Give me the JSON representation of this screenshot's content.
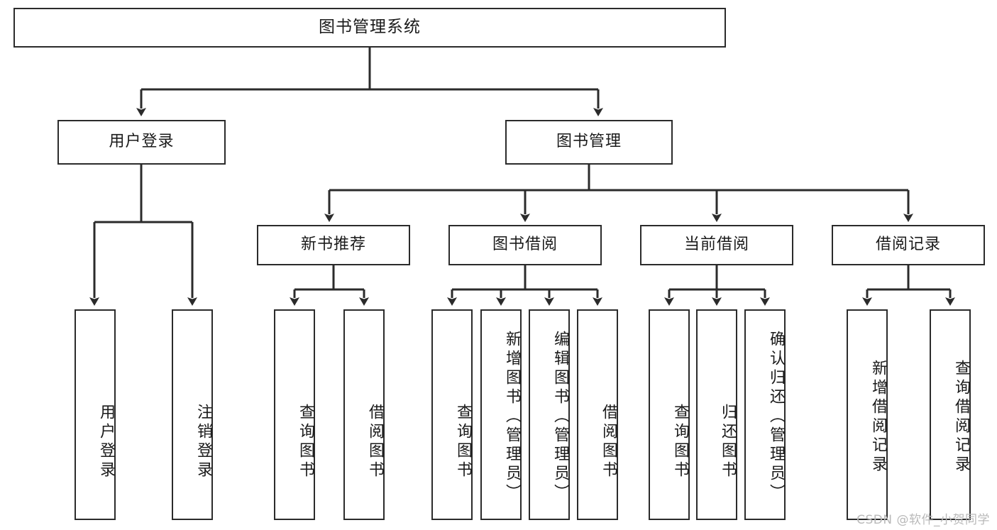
{
  "diagram": {
    "title": "图书管理系统",
    "type": "tree-hierarchy",
    "levels": 4,
    "root": {
      "label": "图书管理系统"
    },
    "level2": [
      {
        "label": "用户登录"
      },
      {
        "label": "图书管理"
      }
    ],
    "level3": [
      {
        "label": "新书推荐",
        "parent": "图书管理"
      },
      {
        "label": "图书借阅",
        "parent": "图书管理"
      },
      {
        "label": "当前借阅",
        "parent": "图书管理"
      },
      {
        "label": "借阅记录",
        "parent": "图书管理"
      }
    ],
    "leaves": [
      {
        "label": "用户登录",
        "parent": "用户登录"
      },
      {
        "label": "注销登录",
        "parent": "用户登录"
      },
      {
        "label": "查询图书",
        "parent": "新书推荐"
      },
      {
        "label": "借阅图书",
        "parent": "新书推荐"
      },
      {
        "label": "查询图书",
        "parent": "图书借阅"
      },
      {
        "label": "新增图书（管理员）",
        "parent": "图书借阅"
      },
      {
        "label": "编辑图书（管理员）",
        "parent": "图书借阅"
      },
      {
        "label": "借阅图书",
        "parent": "图书借阅"
      },
      {
        "label": "查询图书",
        "parent": "当前借阅"
      },
      {
        "label": "归还图书",
        "parent": "当前借阅"
      },
      {
        "label": "确认归还（管理员）",
        "parent": "当前借阅"
      },
      {
        "label": "新增借阅记录",
        "parent": "借阅记录"
      },
      {
        "label": "查询借阅记录",
        "parent": "借阅记录"
      }
    ]
  },
  "watermark": {
    "text": "CSDN @软件_小贺同学"
  },
  "colors": {
    "stroke": "#2b2b2b",
    "fill": "#ffffff",
    "text": "#1a1a1a",
    "watermark": "#b9b9b9"
  }
}
